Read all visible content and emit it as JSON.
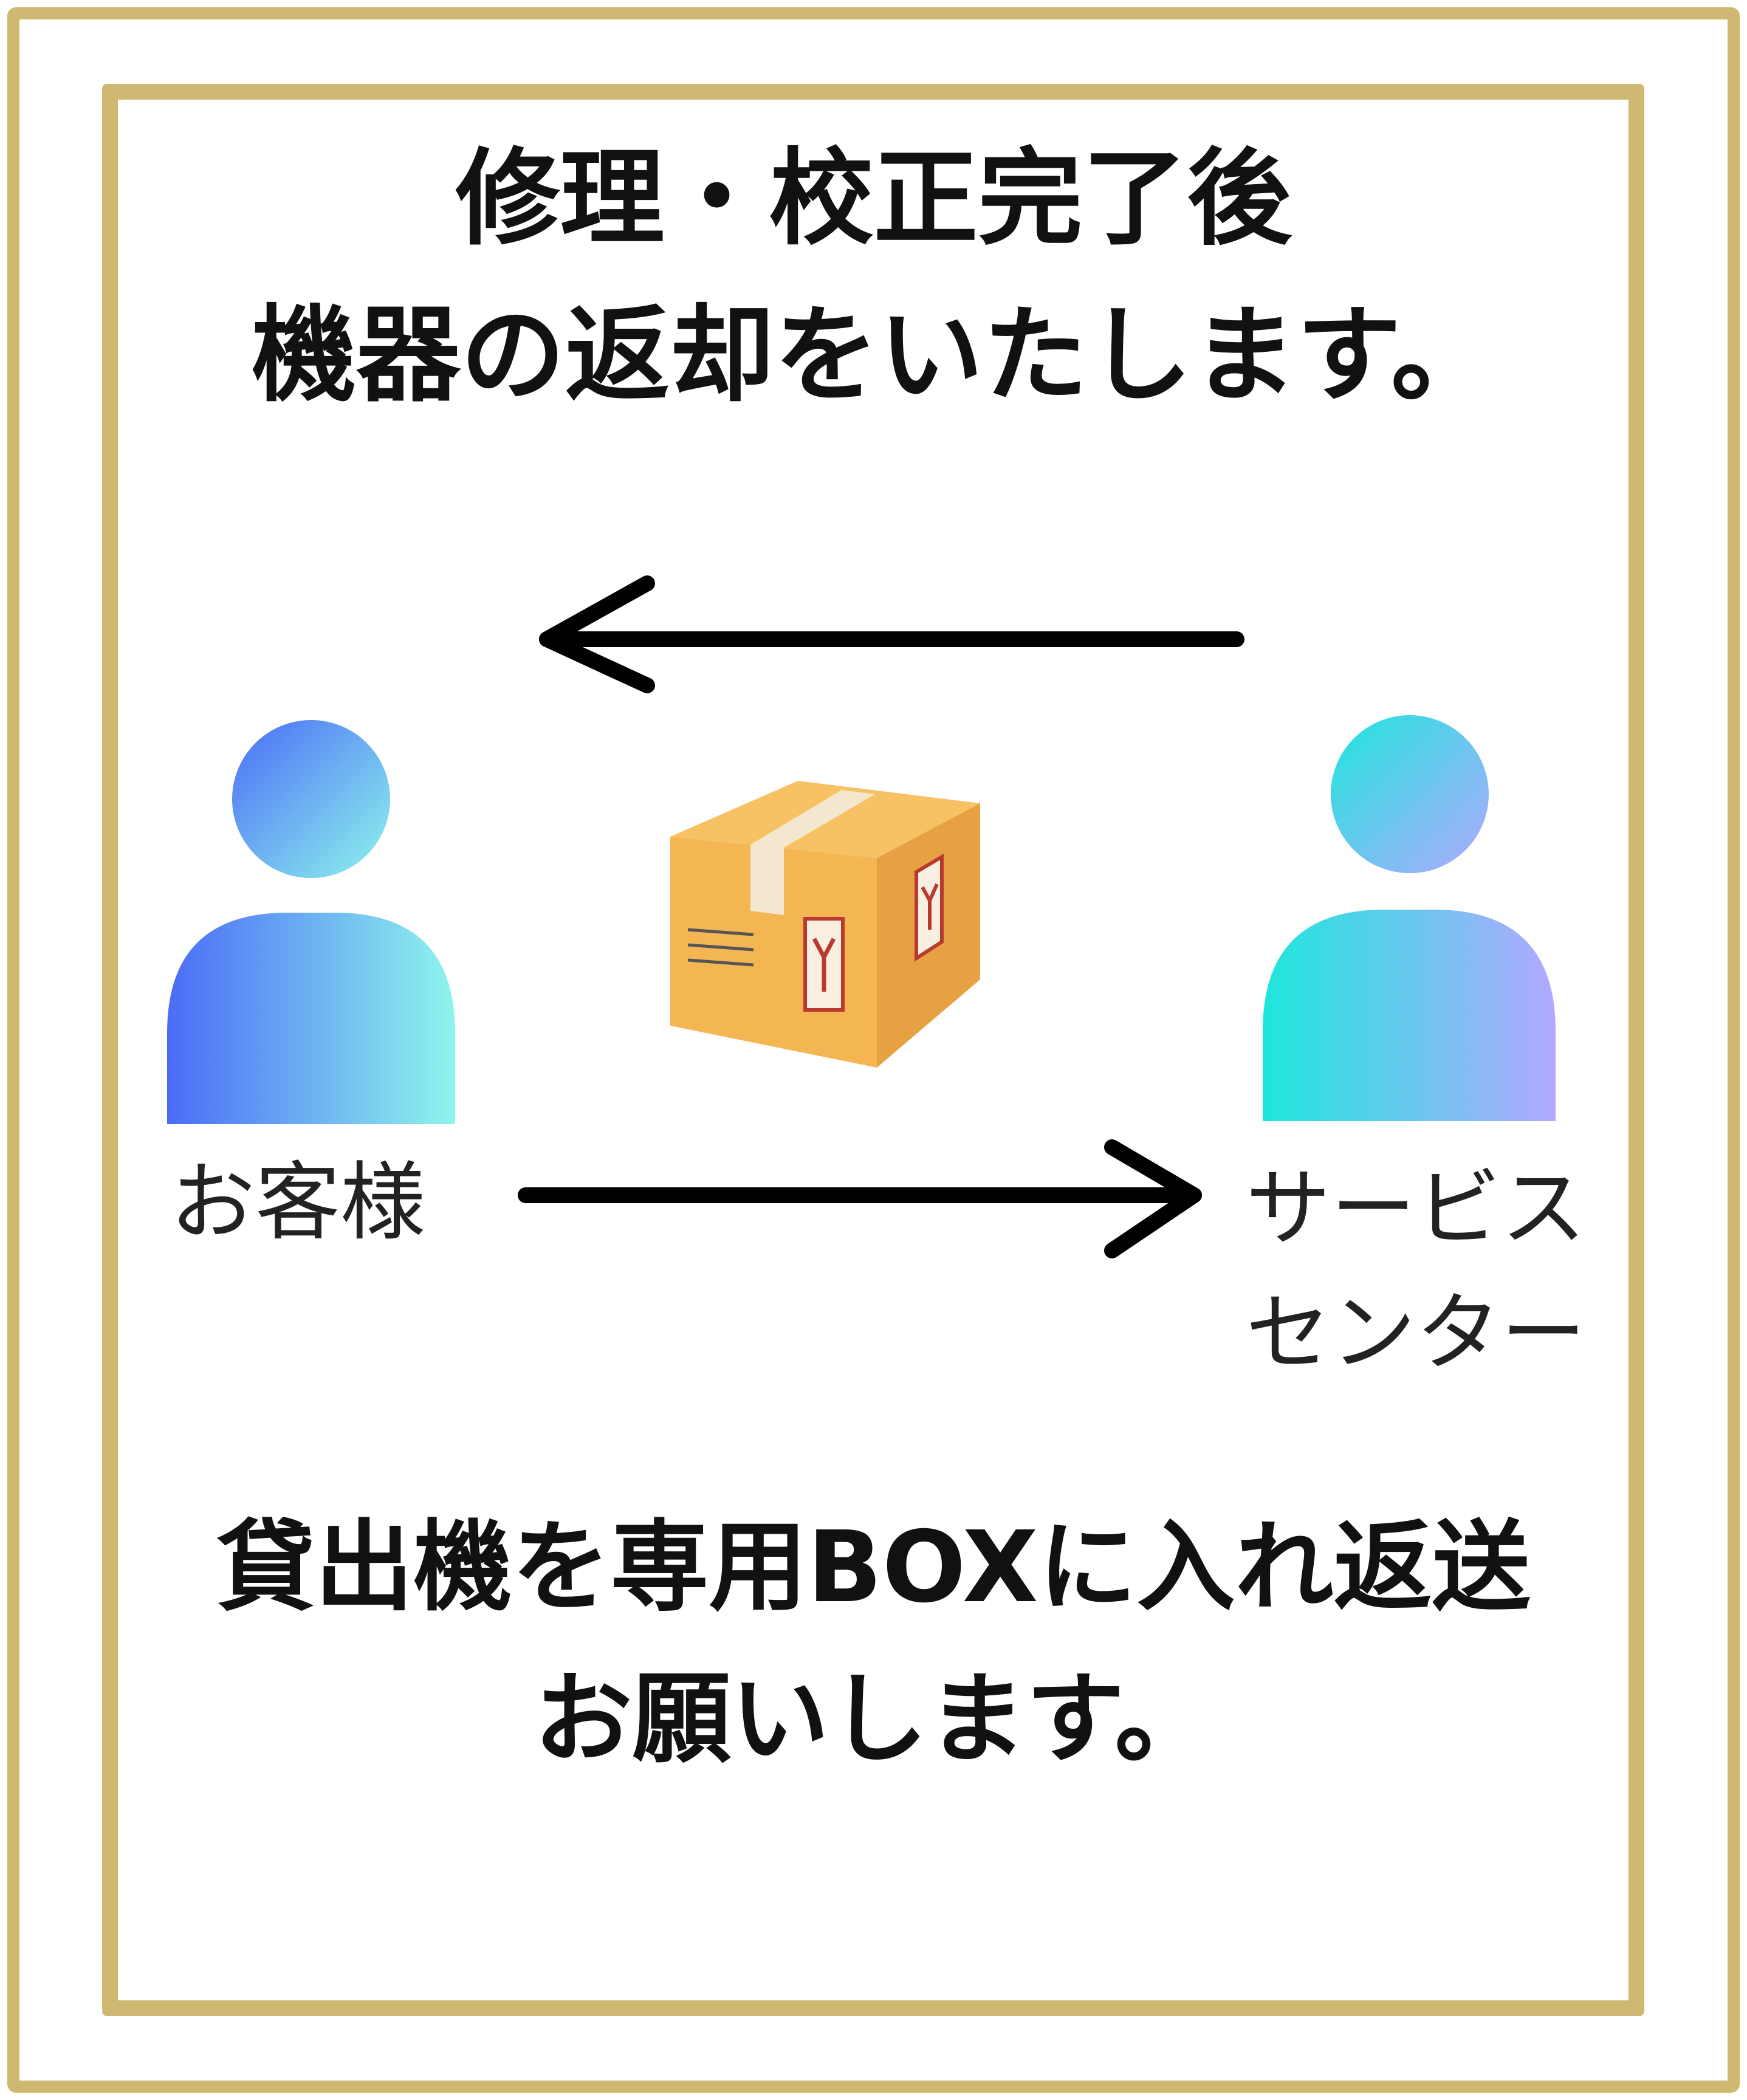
{
  "heading": {
    "line1": "修理・校正完了後",
    "line2": "機器の返却をいたします。"
  },
  "footer": {
    "line1": "貸出機を専用BOXに入れ返送",
    "line2": "お願いします。"
  },
  "nodes": {
    "customer": {
      "label": "お客様"
    },
    "service_center": {
      "label_line1": "サービス",
      "label_line2": "センター"
    }
  },
  "arrows": [
    {
      "from": "service_center",
      "to": "customer",
      "position": "top"
    },
    {
      "from": "customer",
      "to": "service_center",
      "position": "bottom"
    }
  ],
  "icons": [
    "person-icon",
    "package-box-icon",
    "person-icon"
  ],
  "colors": {
    "frame": "#cfb872",
    "text": "#111111",
    "customer_gradient": [
      "#4b6cf7",
      "#8ef5ec"
    ],
    "service_gradient": [
      "#1ee6dc",
      "#b2a9ff"
    ],
    "box": "#f3b653"
  }
}
